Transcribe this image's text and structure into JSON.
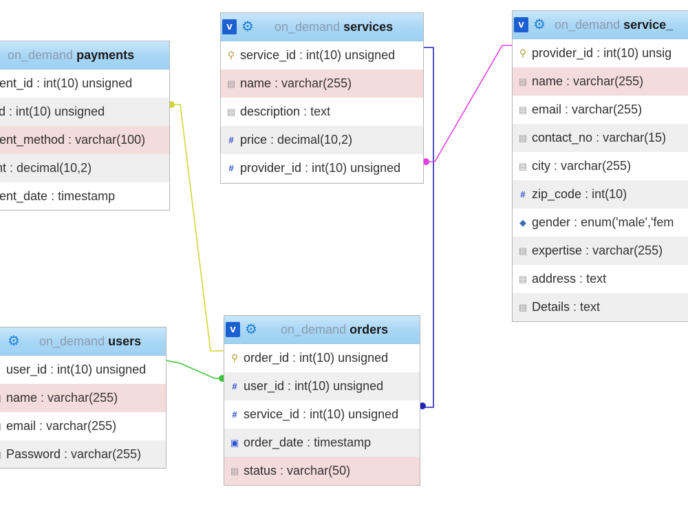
{
  "tables": {
    "payments": {
      "db": "on_demand",
      "name": "payments",
      "columns": [
        {
          "field": "ment_id",
          "type": "int(10) unsigned",
          "icon": "key-icon"
        },
        {
          "field": "_id",
          "type": "int(10) unsigned",
          "icon": "number-icon"
        },
        {
          "field": "ment_method",
          "type": "varchar(100)",
          "icon": "text-icon"
        },
        {
          "field": "unt",
          "type": "decimal(10,2)",
          "icon": "number-icon"
        },
        {
          "field": "ment_date",
          "type": "timestamp",
          "icon": "date-icon"
        }
      ]
    },
    "services": {
      "db": "on_demand",
      "name": "services",
      "columns": [
        {
          "field": "service_id",
          "type": "int(10) unsigned",
          "icon": "key-icon"
        },
        {
          "field": "name",
          "type": "varchar(255)",
          "icon": "text-icon"
        },
        {
          "field": "description",
          "type": "text",
          "icon": "text-icon"
        },
        {
          "field": "price",
          "type": "decimal(10,2)",
          "icon": "number-icon"
        },
        {
          "field": "provider_id",
          "type": "int(10) unsigned",
          "icon": "number-icon"
        }
      ]
    },
    "service_providers": {
      "db": "on_demand",
      "name": "service_",
      "columns": [
        {
          "field": "provider_id",
          "type": "int(10) unsig",
          "icon": "key-icon"
        },
        {
          "field": "name",
          "type": "varchar(255)",
          "icon": "text-icon"
        },
        {
          "field": "email",
          "type": "varchar(255)",
          "icon": "text-icon"
        },
        {
          "field": "contact_no",
          "type": "varchar(15)",
          "icon": "text-icon"
        },
        {
          "field": "city",
          "type": "varchar(255)",
          "icon": "text-icon"
        },
        {
          "field": "zip_code",
          "type": "int(10)",
          "icon": "number-icon"
        },
        {
          "field": "gender",
          "type": "enum('male','fem",
          "icon": "enum-icon"
        },
        {
          "field": "expertise",
          "type": "varchar(255)",
          "icon": "text-icon"
        },
        {
          "field": "address",
          "type": "text",
          "icon": "text-icon"
        },
        {
          "field": "Details",
          "type": "text",
          "icon": "text-icon"
        }
      ]
    },
    "users": {
      "db": "on_demand",
      "name": "users",
      "columns": [
        {
          "field": "user_id",
          "type": "int(10) unsigned",
          "icon": "key-icon"
        },
        {
          "field": "name",
          "type": "varchar(255)",
          "icon": "text-icon"
        },
        {
          "field": "email",
          "type": "varchar(255)",
          "icon": "text-icon"
        },
        {
          "field": "Password",
          "type": "varchar(255)",
          "icon": "text-icon"
        }
      ]
    },
    "orders": {
      "db": "on_demand",
      "name": "orders",
      "columns": [
        {
          "field": "order_id",
          "type": "int(10) unsigned",
          "icon": "key-icon"
        },
        {
          "field": "user_id",
          "type": "int(10) unsigned",
          "icon": "number-icon"
        },
        {
          "field": "service_id",
          "type": "int(10) unsigned",
          "icon": "number-icon"
        },
        {
          "field": "order_date",
          "type": "timestamp",
          "icon": "date-icon"
        },
        {
          "field": "status",
          "type": "varchar(50)",
          "icon": "text-icon"
        }
      ]
    }
  },
  "header_buttons": {
    "toggle_label": "v",
    "options_icon": "gear-icon"
  },
  "relations": [
    {
      "from": "payments.user_id",
      "to": "orders.order_id",
      "color": "#d4d43a"
    },
    {
      "from": "users.user_id",
      "to": "orders.user_id",
      "color": "#3ec43e"
    },
    {
      "from": "services.service_id",
      "to": "orders.service_id",
      "color": "#2222b8"
    },
    {
      "from": "services.provider_id",
      "to": "service_providers.provider_id",
      "color": "#e040e0"
    }
  ]
}
